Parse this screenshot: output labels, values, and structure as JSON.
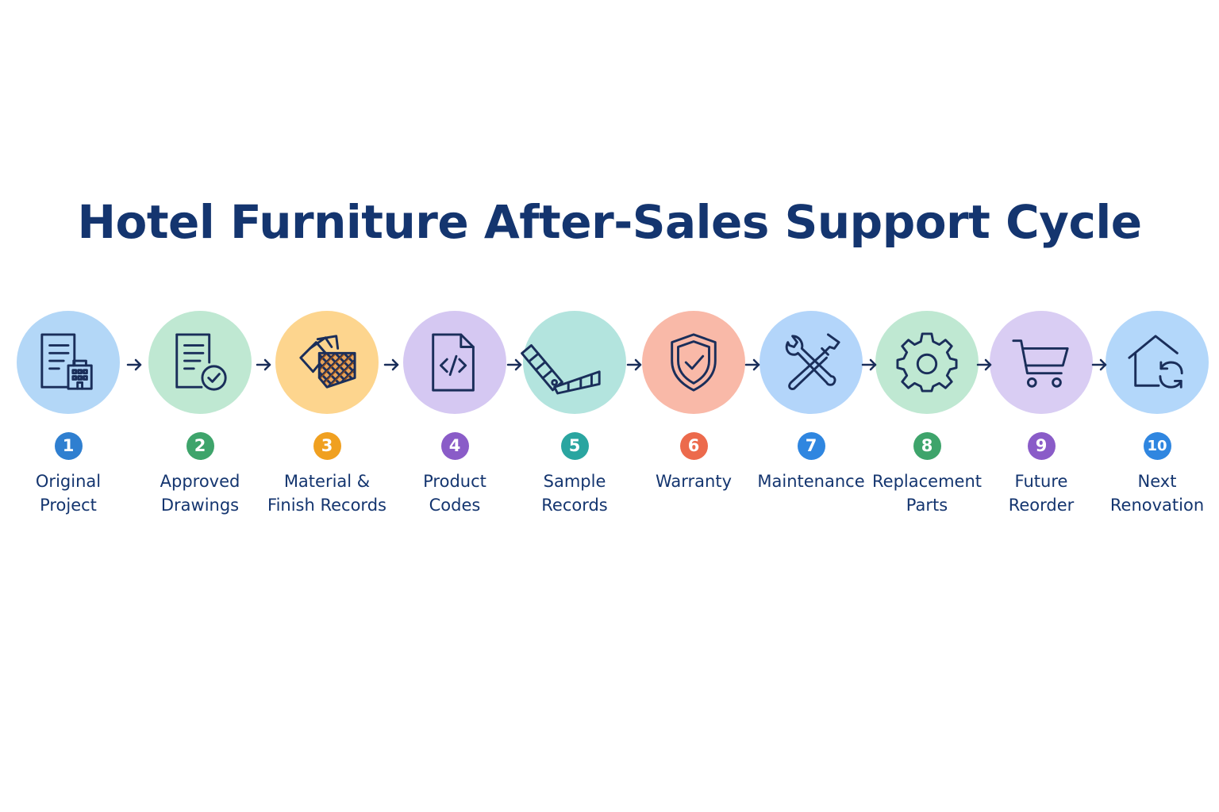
{
  "title": "Hotel Furniture After-Sales Support Cycle",
  "colors": {
    "title": "#14356f",
    "icon_stroke": "#1a2e5a"
  },
  "steps": [
    {
      "number": "1",
      "label": "Original\nProject",
      "icon": "building-document-icon",
      "circle_color": "#b3d7f7",
      "badge_color": "#2f7fd0"
    },
    {
      "number": "2",
      "label": "Approved\nDrawings",
      "icon": "approved-document-icon",
      "circle_color": "#bfe8d2",
      "badge_color": "#3ea46b"
    },
    {
      "number": "3",
      "label": "Material &\nFinish Records",
      "icon": "material-swatches-icon",
      "circle_color": "#fdd58e",
      "badge_color": "#f0a020"
    },
    {
      "number": "4",
      "label": "Product\nCodes",
      "icon": "code-file-icon",
      "circle_color": "#d5c8f2",
      "badge_color": "#8a5cc8"
    },
    {
      "number": "5",
      "label": "Sample\nRecords",
      "icon": "color-swatch-fan-icon",
      "circle_color": "#b3e4de",
      "badge_color": "#2aa5a0"
    },
    {
      "number": "6",
      "label": "Warranty",
      "icon": "shield-check-icon",
      "circle_color": "#f9b9a8",
      "badge_color": "#ec6a4c"
    },
    {
      "number": "7",
      "label": "Maintenance",
      "icon": "wrench-screwdriver-icon",
      "circle_color": "#b3d5fa",
      "badge_color": "#2f86e0"
    },
    {
      "number": "8",
      "label": "Replacement\nParts",
      "icon": "gear-icon",
      "circle_color": "#bfe8d2",
      "badge_color": "#3ea46b"
    },
    {
      "number": "9",
      "label": "Future\nReorder",
      "icon": "shopping-cart-icon",
      "circle_color": "#d9cdf3",
      "badge_color": "#8a5cc8"
    },
    {
      "number": "10",
      "label": "Next\nRenovation",
      "icon": "house-refresh-icon",
      "circle_color": "#b3d7fa",
      "badge_color": "#2f86e0"
    }
  ]
}
